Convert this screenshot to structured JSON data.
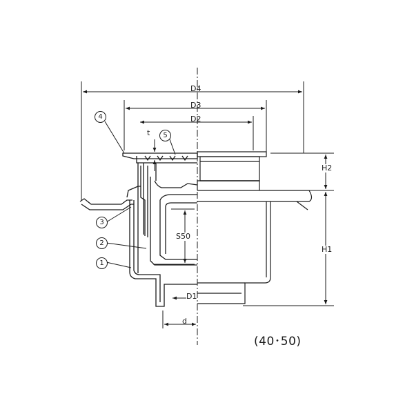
{
  "dimensions": {
    "D4": "D4",
    "D3": "D3",
    "D2": "D2",
    "D1": "D1",
    "t": "t",
    "d": "d",
    "H1": "H1",
    "H2": "H2",
    "S50": "S50"
  },
  "callouts": {
    "c1": "1",
    "c2": "2",
    "c3": "3",
    "c4": "4",
    "c5": "5"
  },
  "caption": "(40･50)",
  "colors": {
    "line": "#1a1a1a",
    "background": "#ffffff"
  }
}
